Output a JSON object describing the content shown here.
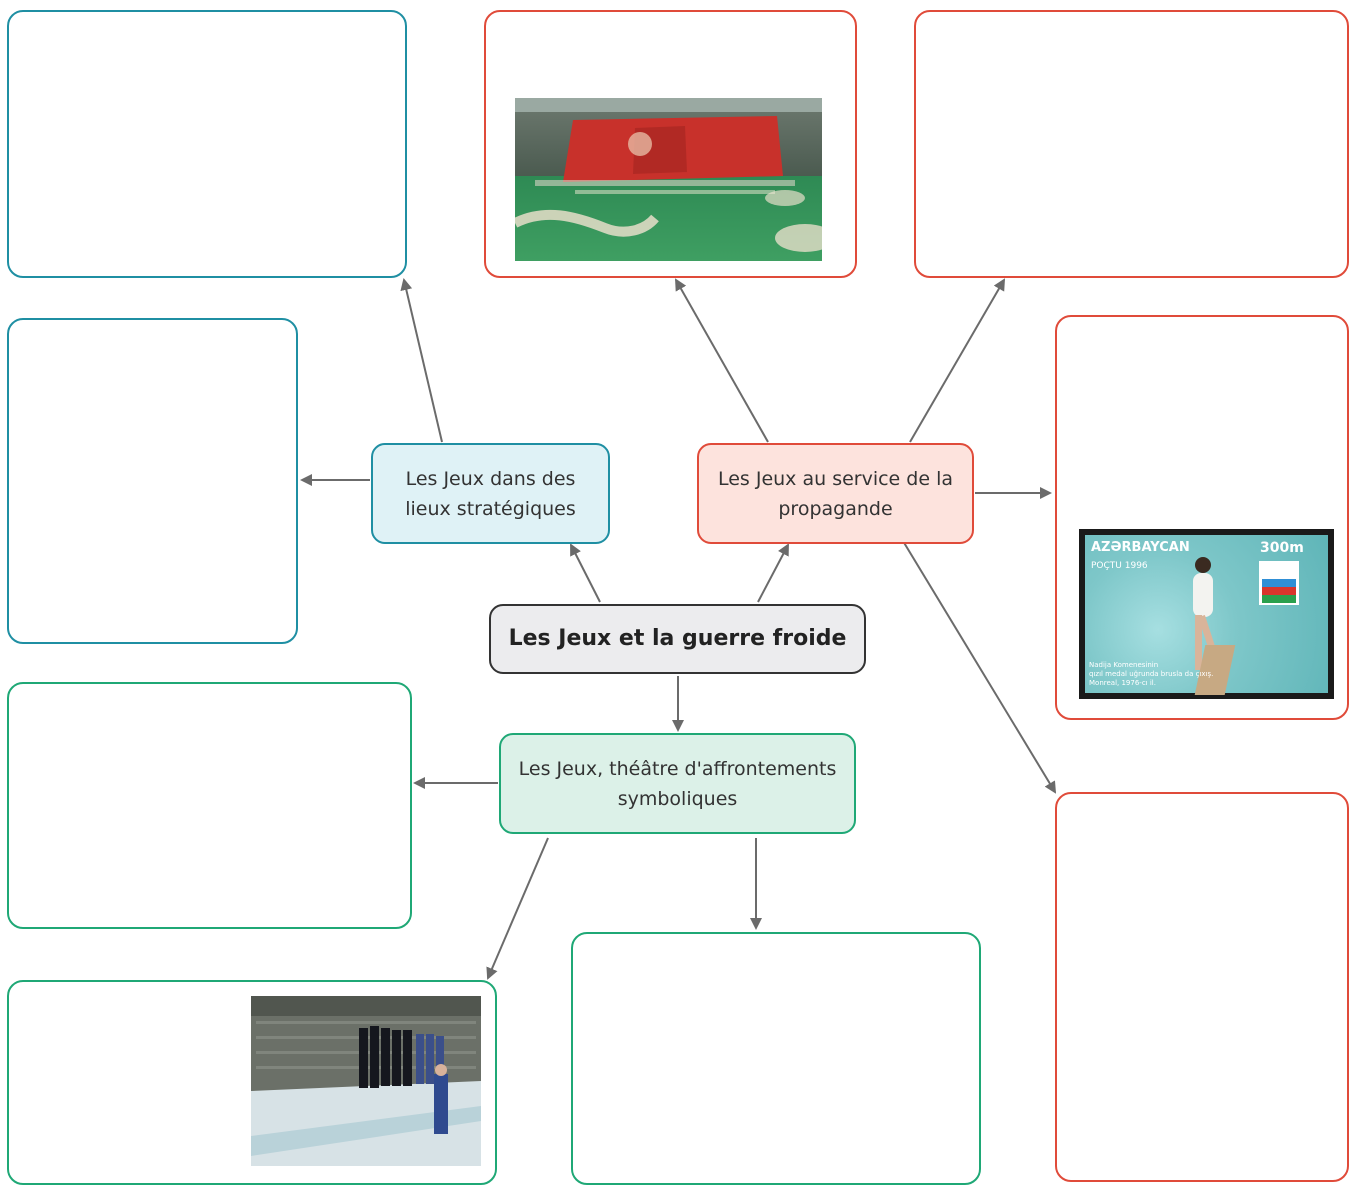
{
  "center": {
    "title": "Les Jeux et la guerre froide"
  },
  "branches": {
    "strategic": {
      "label": "Les Jeux dans des lieux stratégiques"
    },
    "propaganda": {
      "label": "Les Jeux au service de la propagande"
    },
    "symbolic": {
      "label": "Les Jeux, théâtre d'affrontements symboliques"
    }
  },
  "stamp": {
    "country": "AZƏRBAYCAN",
    "value": "300m",
    "post": "POÇTU 1996",
    "caption_line1": "Nadija Komenesinin",
    "caption_line2": "qızıl medal uğrunda brusla da çıxış.",
    "caption_line3": "Monreal, 1976-cı il."
  },
  "colors": {
    "teal": "#1f8fa3",
    "red": "#e04b3a",
    "green": "#1fa876",
    "arrow": "#6b6b6b"
  }
}
